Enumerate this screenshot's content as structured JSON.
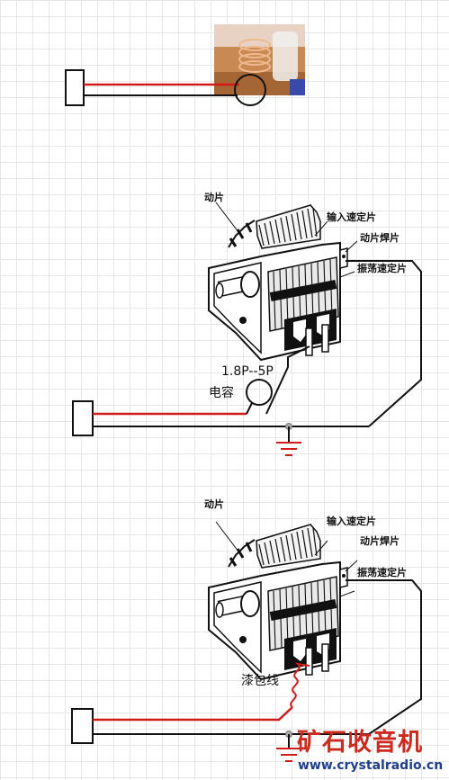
{
  "labels": {
    "moving_plate": "动片",
    "input_stator": "输入速定片",
    "moving_plate_solder": "动片焊片",
    "osc_stator": "振荡速定片",
    "cap_value": "1.8P--5P",
    "cap_text": "电容",
    "enamel_wire": "漆包线"
  },
  "watermark": {
    "title": "矿石收音机",
    "url": "www.crystalradio.cn"
  },
  "colors": {
    "wire_red": "#d11a1a",
    "wire_black": "#111111",
    "brand_red": "#cc2a1f",
    "brand_blue": "#1f3f8a"
  }
}
